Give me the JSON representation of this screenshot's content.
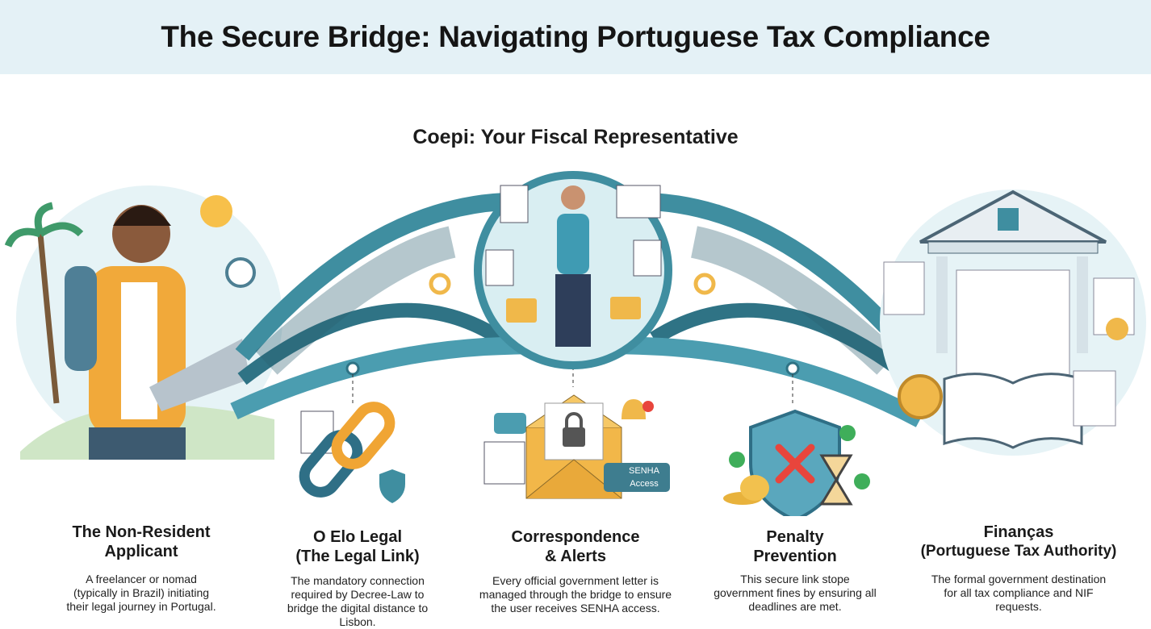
{
  "title": "The Secure Bridge: Navigating Portuguese Tax Compliance",
  "subtitle": "Coepi: Your Fiscal Representative",
  "badge": {
    "line1": "SENHA",
    "line2": "Access"
  },
  "colors": {
    "header_bg": "#e4f1f6",
    "bridge": "#3f8ea0",
    "bridge_dark": "#1f5466",
    "accent_gold": "#f0b84a",
    "alert_red": "#e8453c",
    "check_green": "#3fae5a"
  },
  "columns": [
    {
      "title_line1": "The Non-Resident",
      "title_line2": "Applicant",
      "description": "A freelancer or nomad (typically in Brazil) initiating their legal journey in Portugal."
    },
    {
      "title_line1": "O Elo Legal",
      "title_line2": "(The Legal Link)",
      "description": "The mandatory connection required by Decree-Law to bridge the digital distance to Lisbon."
    },
    {
      "title_line1": "Correspondence",
      "title_line2": "& Alerts",
      "description": "Every official government letter is managed through the bridge to ensure the user receives SENHA access."
    },
    {
      "title_line1": "Penalty",
      "title_line2": "Prevention",
      "description": "This secure link stope government fines by ensuring all deadlines are met."
    },
    {
      "title_line1": "Finanças",
      "title_line2": "(Portuguese Tax Authority)",
      "description": "The formal government destination for all tax compliance and NIF requests."
    }
  ]
}
